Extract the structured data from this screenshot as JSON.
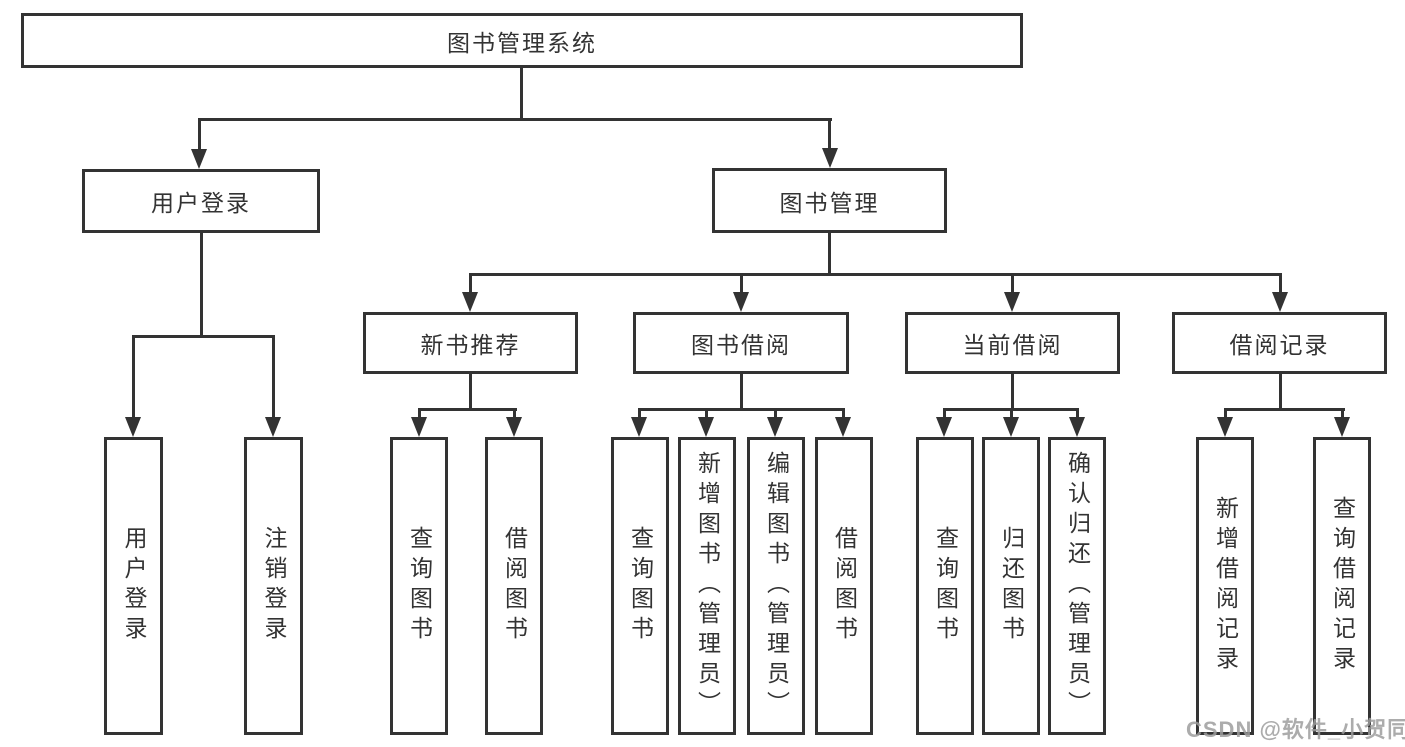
{
  "diagram_title": "图书管理系统",
  "nodes": {
    "root": "图书管理系统",
    "level2": [
      "用户登录",
      "图书管理"
    ],
    "level3": [
      "新书推荐",
      "图书借阅",
      "当前借阅",
      "借阅记录"
    ],
    "leaves": [
      "用户登录",
      "注销登录",
      "查询图书",
      "借阅图书",
      "查询图书",
      "新增图书（管理员）",
      "编辑图书（管理员）",
      "借阅图书",
      "查询图书",
      "归还图书",
      "确认归还（管理员）",
      "新增借阅记录",
      "查询借阅记录"
    ]
  },
  "structure": {
    "图书管理系统": [
      "用户登录",
      "图书管理"
    ],
    "用户登录": [
      "用户登录",
      "注销登录"
    ],
    "图书管理": [
      "新书推荐",
      "图书借阅",
      "当前借阅",
      "借阅记录"
    ],
    "新书推荐": [
      "查询图书",
      "借阅图书"
    ],
    "图书借阅": [
      "查询图书",
      "新增图书（管理员）",
      "编辑图书（管理员）",
      "借阅图书"
    ],
    "当前借阅": [
      "查询图书",
      "归还图书",
      "确认归还（管理员）"
    ],
    "借阅记录": [
      "新增借阅记录",
      "查询借阅记录"
    ]
  },
  "colors": {
    "line": "#333333",
    "text": "#333333",
    "background": "#ffffff",
    "watermark": "#9e9e9e"
  },
  "watermark": "CSDN @软件_小贺同学"
}
